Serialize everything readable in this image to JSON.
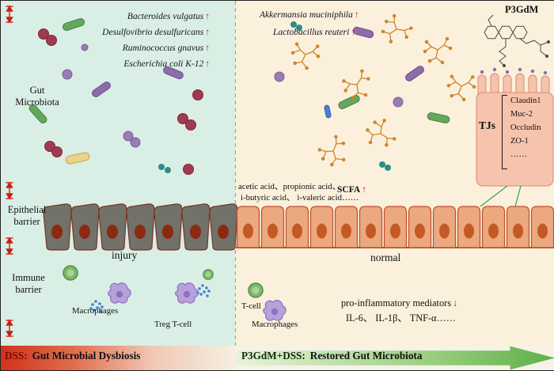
{
  "symbols": {
    "up": "↑",
    "down": "↓"
  },
  "left": {
    "gut_line1": "Gut",
    "gut_line2": "Microbiota",
    "epithelial_line1": "Epithelial",
    "epithelial_line2": "barrier",
    "immune_line1": "Immune",
    "immune_line2": "barrier",
    "bacteria": [
      "Bacteroides vulgatus",
      "Desulfovibrio desulfuricans",
      "Ruminococcus gnavus",
      "Escherichia coli K-12"
    ],
    "injury_label": "injury",
    "macrophages_label": "Macrophages",
    "treg_label": "Treg T-cell"
  },
  "right": {
    "bacteria": [
      "Akkermansia muciniphila",
      "Lactobacillus reuteri"
    ],
    "scfa_line1": "acetic acid、propionic acid、",
    "scfa_line2": "i-butyric acid、 i-valeric acid……",
    "scfa_label": "SCFA",
    "p3gdm_label": "P3GdM",
    "tjs_label": "TJs",
    "tj_items": [
      "Claudin1",
      "Muc-2",
      "Occludin",
      "ZO-1",
      "……"
    ],
    "normal_label": "normal",
    "tcell_label": "T-cell",
    "macrophages_label": "Macrophages",
    "mediators_line": "pro-inflammatory mediators",
    "mediators_list": "IL-6、 IL-1β、 TNF-α……"
  },
  "footer": {
    "dss_prefix": "DSS:",
    "dss_text": "Gut Microbial Dysbiosis",
    "restored_prefix": "P3GdM+DSS:",
    "restored_text": "Restored Gut Microbiota"
  }
}
